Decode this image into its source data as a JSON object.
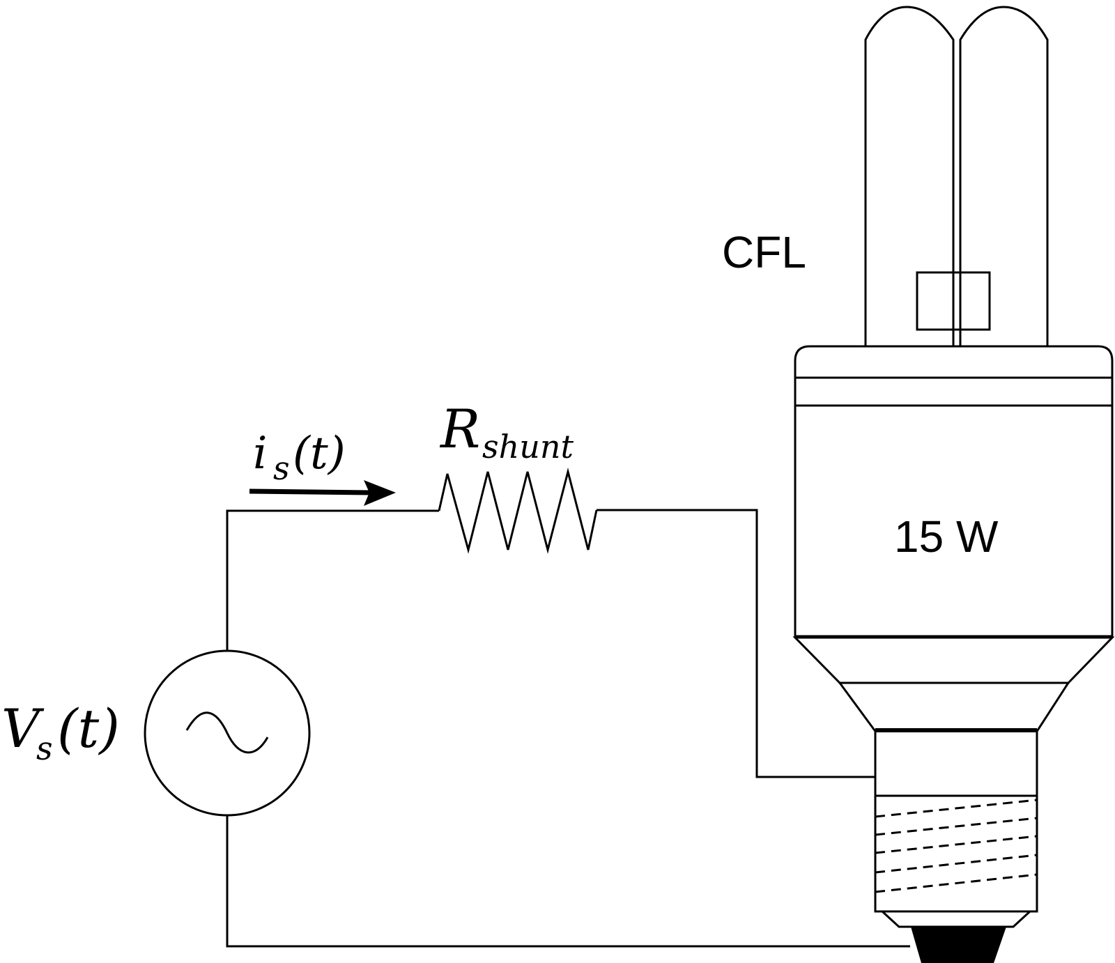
{
  "labels": {
    "current_main": "i",
    "current_sub": "s",
    "current_arg": "(t)",
    "resistor_main": "R",
    "resistor_sub": "shunt",
    "source_main": "V",
    "source_sub": "s",
    "source_arg": "(t)",
    "lamp_type": "CFL",
    "lamp_power": "15 W"
  }
}
